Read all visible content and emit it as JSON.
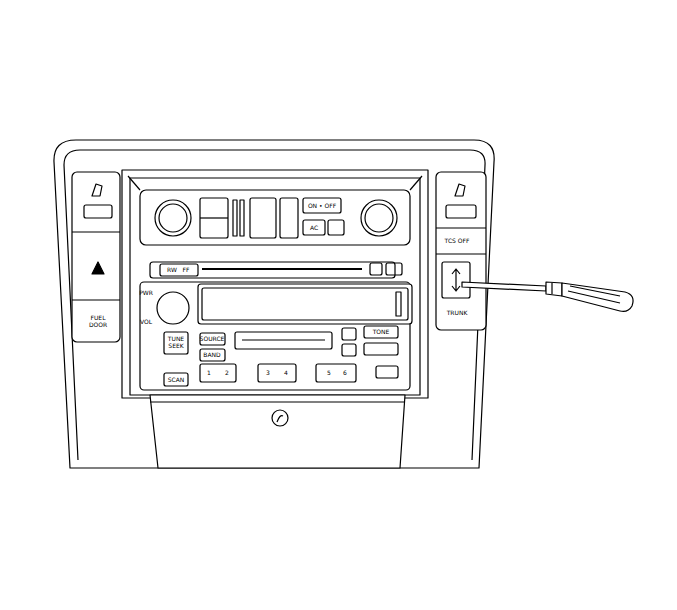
{
  "diagram": {
    "labels": [
      "ON • OFF",
      "AC",
      "RW",
      "FF",
      "PWR",
      "VOL",
      "TUNE SEEK",
      "SOURCE",
      "BAND",
      "SCAN",
      "TONE",
      "FUEL DOOR",
      "TCS OFF",
      "TRUNK",
      "1",
      "2",
      "3",
      "4",
      "5",
      "6"
    ]
  }
}
